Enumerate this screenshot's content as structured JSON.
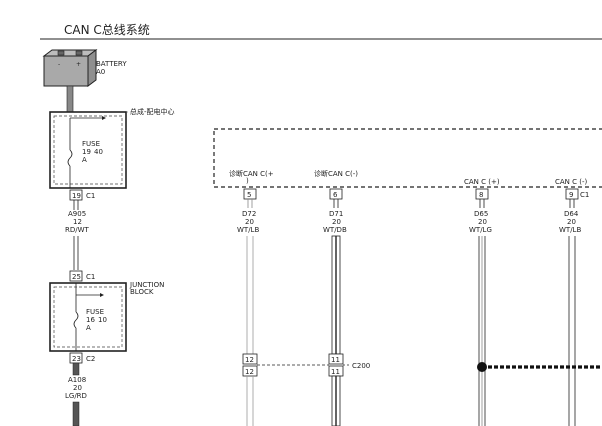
{
  "title": "CAN C总线系统",
  "battery": {
    "name": "BATTERY",
    "code": "A0"
  },
  "pdc": {
    "label": "总成-配电中心",
    "fuse": {
      "name": "FUSE",
      "number": "19",
      "rating": "40",
      "unit": "A"
    },
    "bottom_connector": {
      "pin": "19",
      "conn": "C1"
    }
  },
  "wire_a905": {
    "code": "A905",
    "gauge": "12",
    "color": "RD/WT"
  },
  "junction": {
    "label_line1": "JUNCTION",
    "label_line2": "BLOCK",
    "top_connector": {
      "pin": "25",
      "conn": "C1"
    },
    "fuse": {
      "name": "FUSE",
      "number": "16",
      "rating": "10",
      "unit": "A"
    },
    "bottom_connector": {
      "pin": "23",
      "conn": "C2"
    }
  },
  "wire_a108": {
    "code": "A108",
    "gauge": "20",
    "color": "LG/RD"
  },
  "module": {
    "pins": [
      {
        "label": "诊断CAN C(+",
        "label2": ")",
        "pin": "5",
        "wire": "D72",
        "gauge": "20",
        "color": "WT/LB"
      },
      {
        "label": "诊断CAN C(-)",
        "label2": "",
        "pin": "6",
        "wire": "D71",
        "gauge": "20",
        "color": "WT/DB"
      },
      {
        "label": "CAN C (+)",
        "label2": "",
        "pin": "8",
        "wire": "D65",
        "gauge": "20",
        "color": "WT/LG"
      },
      {
        "label": "CAN C (-)",
        "label2": "",
        "pin": "9",
        "wire": "D64",
        "gauge": "20",
        "color": "WT/LB",
        "conn": "C1"
      }
    ]
  },
  "c200": {
    "name": "C200",
    "pin_left": "12",
    "pin_right": "11"
  }
}
